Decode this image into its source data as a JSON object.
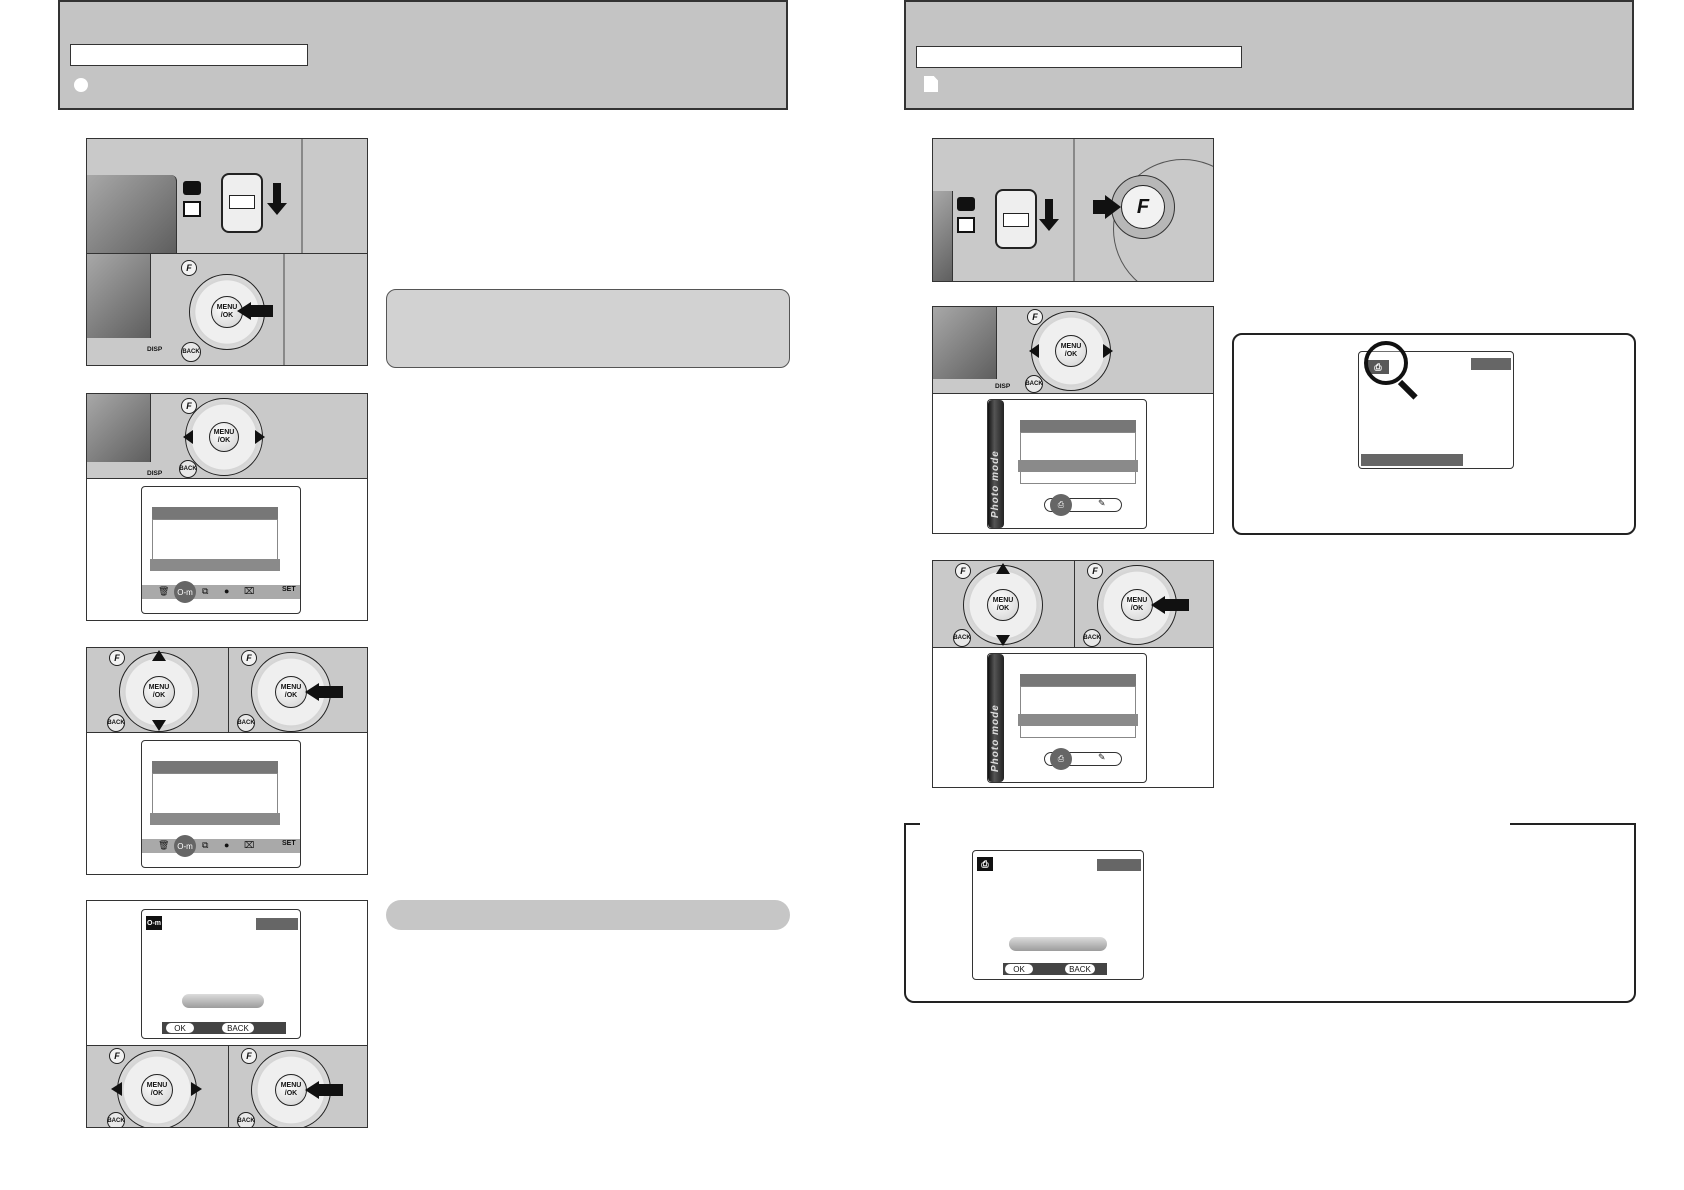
{
  "left_page": {
    "step4_menu_label": "MENU\n/OK",
    "step4_back_label": "BACK",
    "disp_label": "DISP",
    "confirm_screen": {
      "ok_label": "OK",
      "back_label": "BACK"
    }
  },
  "right_page": {
    "f_button_label": "F",
    "menu_label": "MENU\n/OK",
    "back_label": "BACK",
    "disp_label": "DISP",
    "film_strip_label": "Photo mode",
    "confirm_screen": {
      "ok_label": "OK",
      "back_label": "BACK"
    }
  }
}
